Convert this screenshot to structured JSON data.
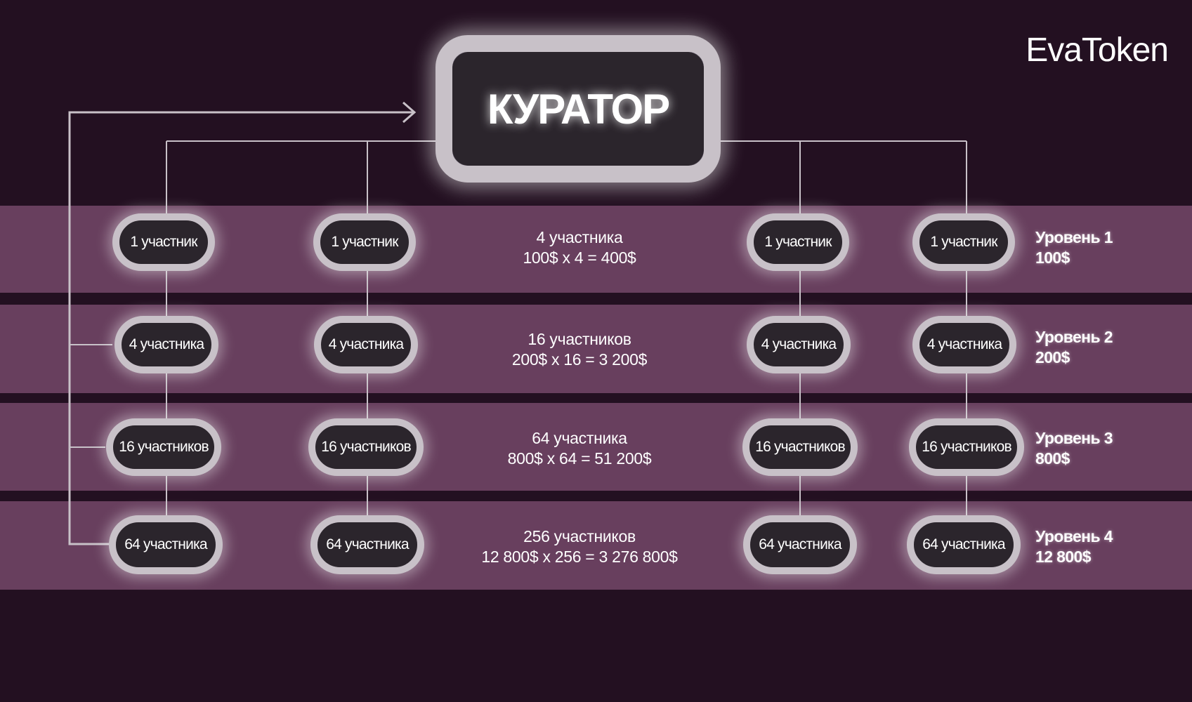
{
  "brand": "EvaToken",
  "curator": "КУРАТОР",
  "rows": [
    {
      "node_label": "1 участник",
      "summary_count": "4 участника",
      "summary_formula": "100$ x 4 = 400$",
      "level_name": "Уровень 1",
      "level_price": "100$"
    },
    {
      "node_label": "4 участника",
      "summary_count": "16 участников",
      "summary_formula": "200$ x 16 = 3 200$",
      "level_name": "Уровень 2",
      "level_price": "200$"
    },
    {
      "node_label": "16 участников",
      "summary_count": "64 участника",
      "summary_formula": "800$ x 64 = 51 200$",
      "level_name": "Уровень 3",
      "level_price": "800$"
    },
    {
      "node_label": "64 участника",
      "summary_count": "256 участников",
      "summary_formula": "12 800$ x 256 = 3 276 800$",
      "level_name": "Уровень 4",
      "level_price": "12 800$"
    }
  ],
  "colors": {
    "background": "#231021",
    "band": "#683f5e",
    "node_border": "#c8c1c8",
    "node_fill": "#2b252c",
    "connector": "#c8c1c8"
  }
}
